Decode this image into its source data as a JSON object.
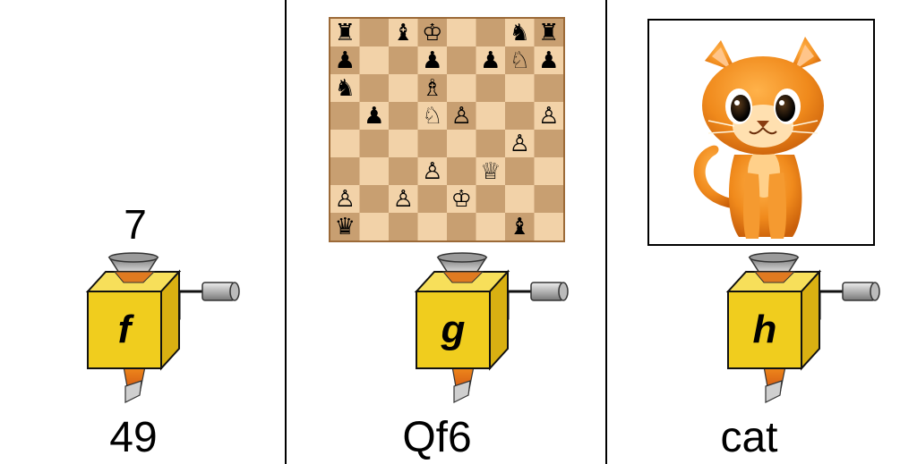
{
  "panels": [
    {
      "input": "7",
      "machine_letter": "f",
      "output": "49"
    },
    {
      "input_kind": "chess-position",
      "machine_letter": "g",
      "output": "Qf6"
    },
    {
      "input_kind": "cartoon-cat-image",
      "machine_letter": "h",
      "output": "cat"
    }
  ],
  "chess": {
    "light_square": "#f2d2a8",
    "dark_square": "#c89f71",
    "pieces": [
      {
        "square": "a8",
        "glyph": "♜"
      },
      {
        "square": "c8",
        "glyph": "♝"
      },
      {
        "square": "d8",
        "glyph": "♔"
      },
      {
        "square": "g8",
        "glyph": "♞"
      },
      {
        "square": "h8",
        "glyph": "♜"
      },
      {
        "square": "a7",
        "glyph": "♟"
      },
      {
        "square": "d7",
        "glyph": "♟"
      },
      {
        "square": "f7",
        "glyph": "♟"
      },
      {
        "square": "g7",
        "glyph": "♘"
      },
      {
        "square": "h7",
        "glyph": "♟"
      },
      {
        "square": "a6",
        "glyph": "♞"
      },
      {
        "square": "d6",
        "glyph": "♗"
      },
      {
        "square": "b5",
        "glyph": "♟"
      },
      {
        "square": "d5",
        "glyph": "♘"
      },
      {
        "square": "e5",
        "glyph": "♙"
      },
      {
        "square": "h5",
        "glyph": "♙"
      },
      {
        "square": "g4",
        "glyph": "♙"
      },
      {
        "square": "d3",
        "glyph": "♙"
      },
      {
        "square": "f3",
        "glyph": "♕"
      },
      {
        "square": "a2",
        "glyph": "♙"
      },
      {
        "square": "c2",
        "glyph": "♙"
      },
      {
        "square": "e2",
        "glyph": "♔"
      },
      {
        "square": "a1",
        "glyph": "♛"
      },
      {
        "square": "g1",
        "glyph": "♝"
      }
    ]
  },
  "colors": {
    "machine_face": "#f0cd1e",
    "machine_side": "#d9b012",
    "machine_top": "#f7df5a",
    "funnel": "#e8842a",
    "crank": "#9a9a9a",
    "cat_orange": "#f08a1c"
  },
  "icons": [
    "machine-box-icon",
    "funnel-icon",
    "crank-handle-icon",
    "output-spout-icon",
    "cat-illustration"
  ]
}
